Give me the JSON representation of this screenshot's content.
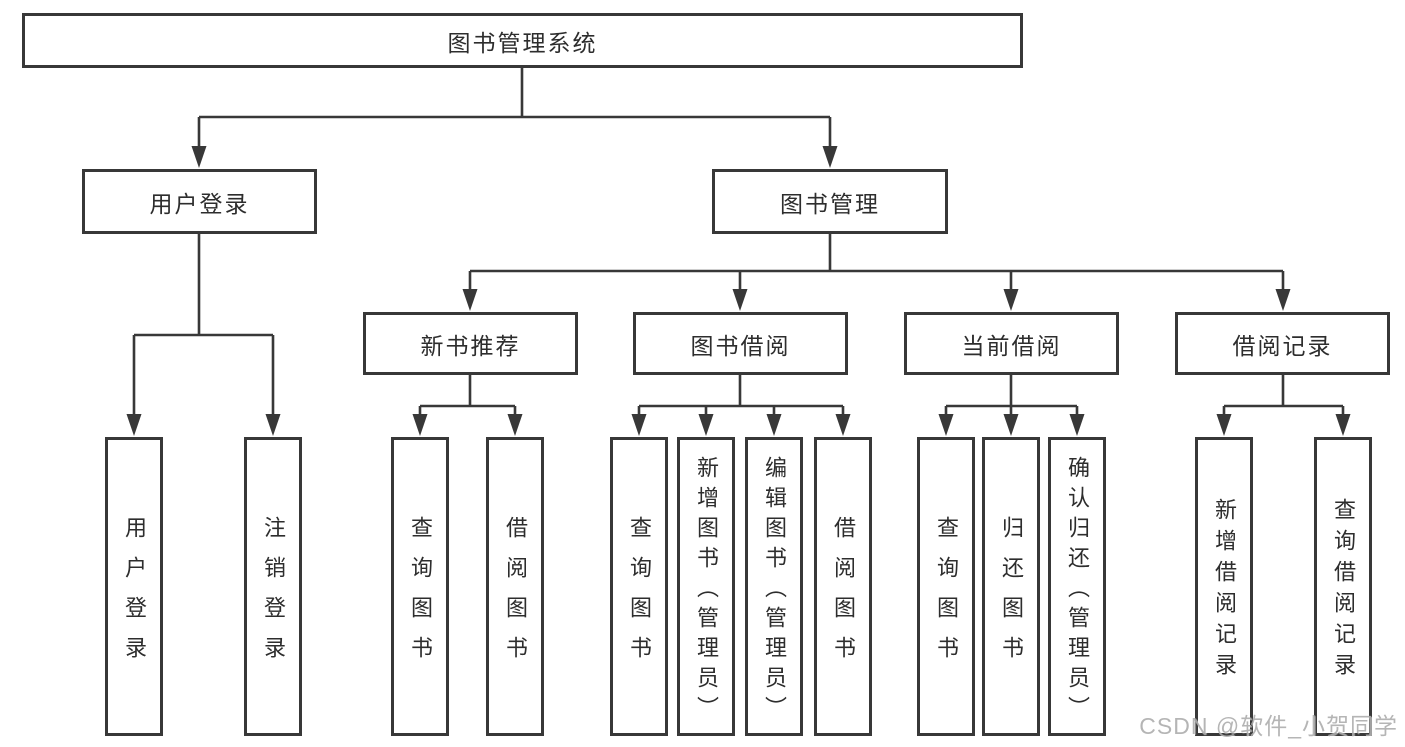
{
  "root": {
    "label": "图书管理系统"
  },
  "branches": [
    {
      "label": "用户登录",
      "children": [
        {
          "label": "用户登录"
        },
        {
          "label": "注销登录"
        }
      ]
    },
    {
      "label": "图书管理",
      "children": [
        {
          "label": "新书推荐",
          "children": [
            {
              "label": "查询图书"
            },
            {
              "label": "借阅图书"
            }
          ]
        },
        {
          "label": "图书借阅",
          "children": [
            {
              "label": "查询图书"
            },
            {
              "label": "新增图书（管理员）"
            },
            {
              "label": "编辑图书（管理员）"
            },
            {
              "label": "借阅图书"
            }
          ]
        },
        {
          "label": "当前借阅",
          "children": [
            {
              "label": "查询图书"
            },
            {
              "label": "归还图书"
            },
            {
              "label": "确认归还（管理员）"
            }
          ]
        },
        {
          "label": "借阅记录",
          "children": [
            {
              "label": "新增借阅记录"
            },
            {
              "label": "查询借阅记录"
            }
          ]
        }
      ]
    }
  ],
  "watermark": "CSDN @软件_小贺同学",
  "colors": {
    "line": "#383838",
    "box_border": "#383838",
    "text": "#2d2d2d",
    "background": "#ffffff",
    "watermark": "#aeaeae"
  }
}
